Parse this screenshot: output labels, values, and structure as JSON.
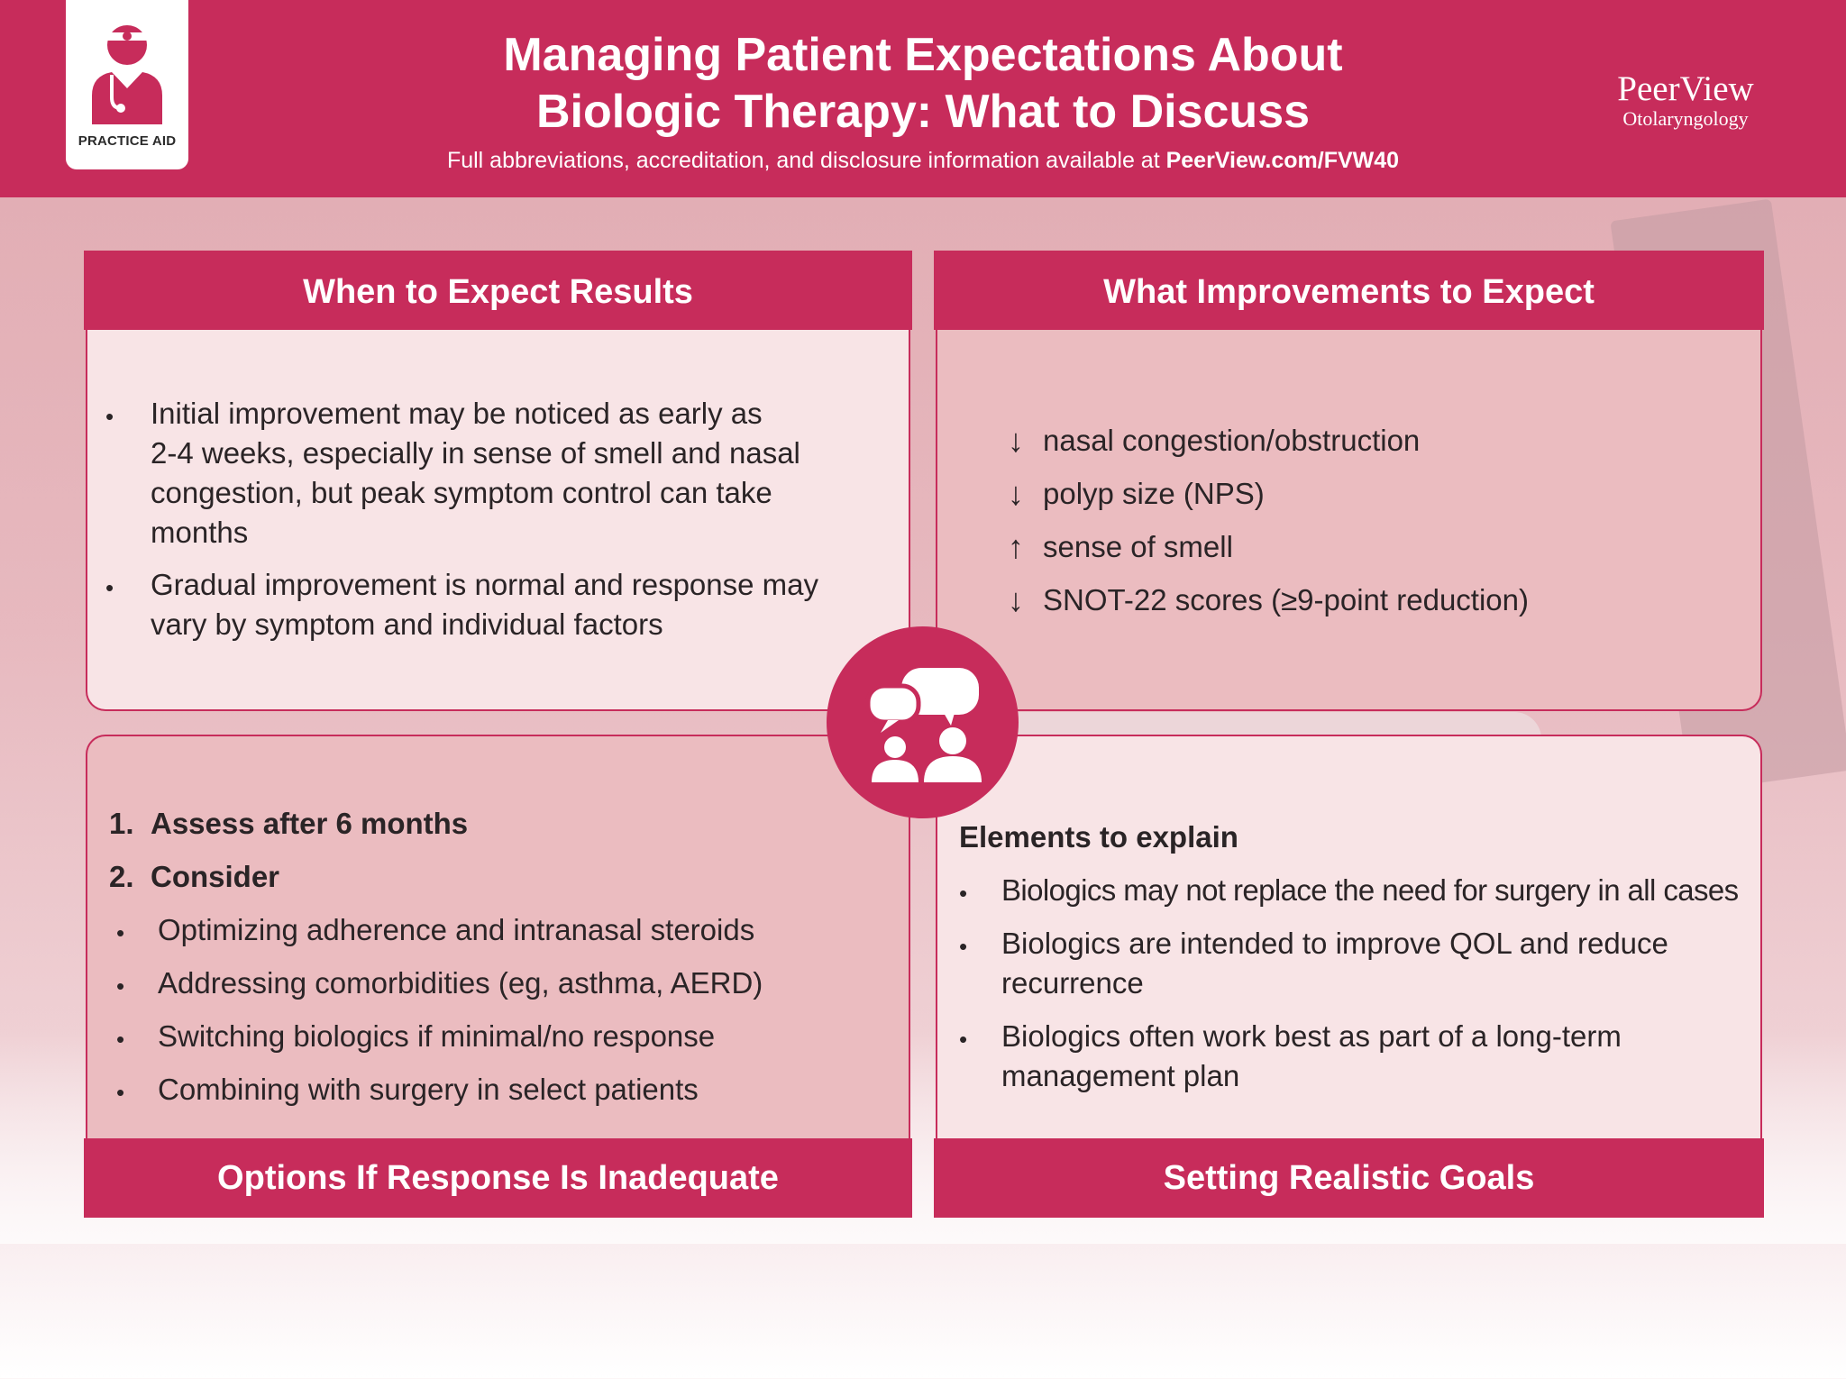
{
  "header": {
    "badge_label": "PRACTICE AID",
    "title_line1": "Managing Patient Expectations About",
    "title_line2": "Biologic Therapy: What to Discuss",
    "subtitle_prefix": "Full abbreviations, accreditation, and disclosure information available at ",
    "subtitle_link": "PeerView.com/FVW40",
    "logo_name": "PeerView",
    "logo_sub": "Otolaryngology",
    "accent_color": "#c72c5b"
  },
  "panels": {
    "top_left": {
      "heading": "When to Expect Results",
      "bullets": [
        [
          "Initial improvement may be noticed as early as",
          "2-4 weeks, especially in sense of smell and nasal",
          "congestion, but peak symptom control can take",
          "months"
        ],
        [
          "Gradual improvement is normal and response may",
          "vary by symptom and individual factors"
        ]
      ]
    },
    "top_right": {
      "heading": "What Improvements to Expect",
      "items": [
        {
          "arrow": "↓",
          "text": "nasal congestion/obstruction"
        },
        {
          "arrow": "↓",
          "text": "polyp size (NPS)"
        },
        {
          "arrow": "↑",
          "text": "sense of smell"
        },
        {
          "arrow": "↓",
          "text": "SNOT-22 scores (≥9-point reduction)"
        }
      ]
    },
    "bottom_left": {
      "heading": "Options If Response Is Inadequate",
      "numbered": [
        {
          "num": "1.",
          "text": "Assess after 6 months"
        },
        {
          "num": "2.",
          "text": "Consider"
        }
      ],
      "bullets": [
        "Optimizing adherence and intranasal steroids",
        "Addressing comorbidities (eg, asthma, AERD)",
        "Switching biologics if minimal/no response",
        "Combining with surgery in select patients"
      ]
    },
    "bottom_right": {
      "heading": "Setting Realistic Goals",
      "subheading": "Elements to explain",
      "bullets": [
        [
          "Biologics may not replace the need for surgery in all cases"
        ],
        [
          "Biologics are intended to improve QOL and reduce",
          "recurrence"
        ],
        [
          "Biologics often work best as part of a long-term",
          "management plan"
        ]
      ]
    }
  },
  "center_icon": "conversation-icon",
  "badge_icon": "doctor-icon"
}
